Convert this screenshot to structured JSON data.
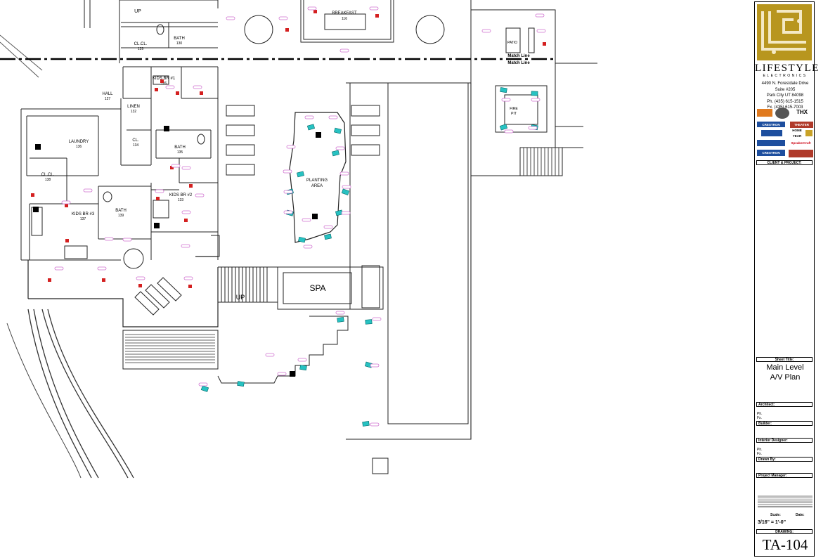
{
  "plan": {
    "rooms": [
      {
        "id": "kids-br1",
        "name": "KIDS BR #1",
        "num": "126"
      },
      {
        "id": "bath-top",
        "name": "BATH",
        "num": "130"
      },
      {
        "id": "clo-top",
        "name": "CL.CL.",
        "num": "129"
      },
      {
        "id": "hall",
        "name": "HALL",
        "num": "127"
      },
      {
        "id": "linen",
        "name": "LINEN",
        "num": "132"
      },
      {
        "id": "cl-mid",
        "name": "CL.",
        "num": "134"
      },
      {
        "id": "laundry",
        "name": "LAUNDRY",
        "num": "136"
      },
      {
        "id": "clcl-left",
        "name": "CL.CL.",
        "num": "138"
      },
      {
        "id": "bath-mid",
        "name": "BATH",
        "num": "135"
      },
      {
        "id": "kids-br2",
        "name": "KIDS BR #2",
        "num": "133"
      },
      {
        "id": "bath-low",
        "name": "BATH",
        "num": "139"
      },
      {
        "id": "kids-br3",
        "name": "KIDS BR #3",
        "num": "137"
      },
      {
        "id": "breakfast",
        "name": "BREAKFAST",
        "num": "116"
      }
    ],
    "labels": {
      "up_top": "UP",
      "up_pool": "UP",
      "planting": "PLANTING",
      "planting2": "AREA",
      "spa": "SPA",
      "patio": "PATIO",
      "fire": "FIRE",
      "pit": "PIT",
      "match1": "Match Line",
      "match2": "Match Line"
    }
  },
  "title_block": {
    "brand": "LIFESTYLE",
    "brand_sub": "ELECTRONICS",
    "address": [
      "4490 N. Forestdale Drive",
      "Suite #205",
      "Park City UT 84098",
      "Ph. (435) 615-1515",
      "Fx. (435) 615-7003"
    ],
    "logos": [
      "THX",
      "CRESTRON",
      "THEATER",
      "HOME",
      "YEAR",
      "SpeakerCraft",
      "CRESTRON"
    ],
    "client_project": "CLIENT & PROJECT:",
    "sheet_title_label": "Sheet Title:",
    "sheet_title": [
      "Main Level",
      "A/V  Plan"
    ],
    "architect": "Architect:",
    "ph": "Ph.",
    "fx": "Fx.",
    "builder": "Builder:",
    "interior_designer": "Interior Designer:",
    "drawn_by": "Drawn By:",
    "project_manager": "Project Manager:",
    "scale_label": "Scale:",
    "date_label": "Date:",
    "scale": "3/16\" = 1'-0\"",
    "drawing_label": "DRAWING:",
    "drawing_number": "TA-104"
  },
  "colors": {
    "speaker": "#27c2c2",
    "device_red": "#d42020",
    "tag_pink": "#d070d0",
    "logo_gold": "#b8961e"
  }
}
